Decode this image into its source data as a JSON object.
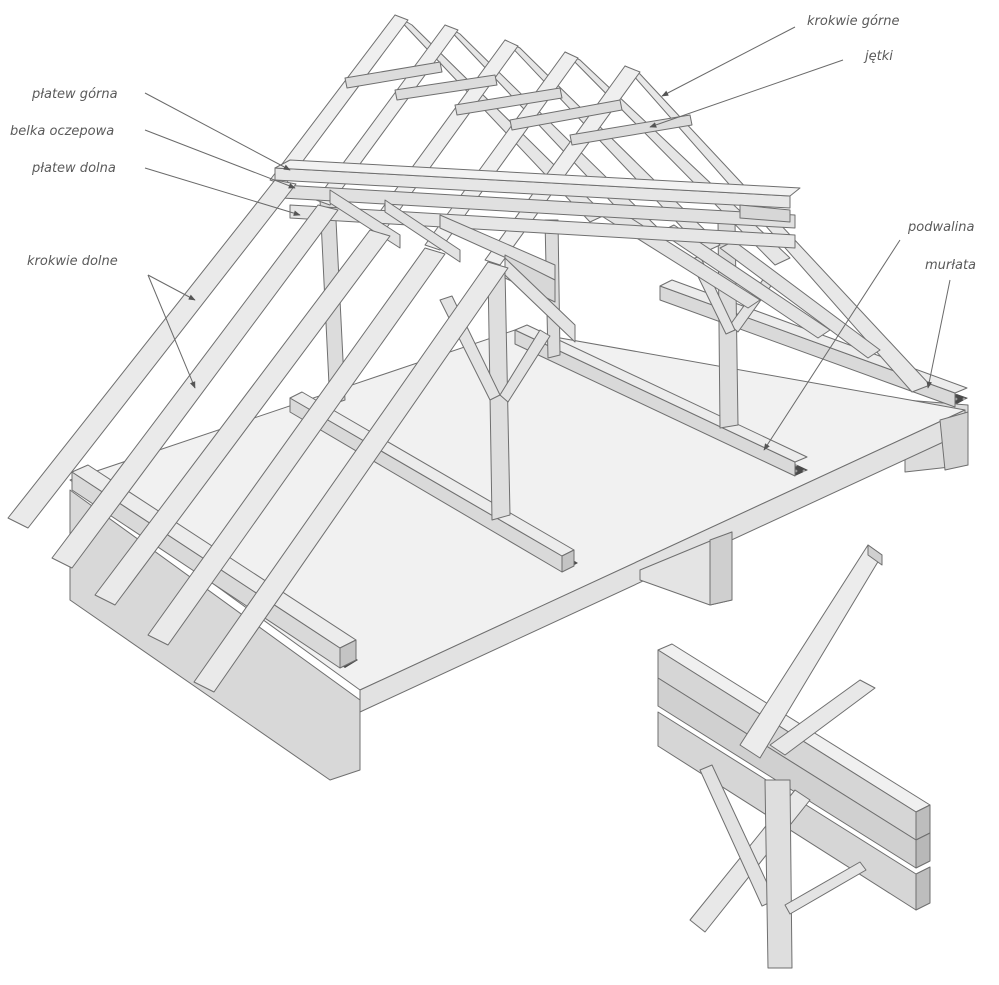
{
  "labels": {
    "krokwie_gorne": "krokwie górne",
    "jetki": "jętki",
    "platew_gorna": "płatew górna",
    "belka_oczepowa": "belka oczepowa",
    "platew_dolna": "płatew dolna",
    "krokwie_dolne": "krokwie dolne",
    "podwalina": "podwalina",
    "murlata": "murłata"
  },
  "colors": {
    "wood_light": "#e9e9e9",
    "wood_mid": "#d6d6d6",
    "wood_dark": "#bdbdbd",
    "slab_top": "#f0f0f0",
    "slab_side": "#dedede",
    "outline": "#6f6f6f",
    "label_text": "#5a5a5a",
    "background": "#ffffff"
  }
}
